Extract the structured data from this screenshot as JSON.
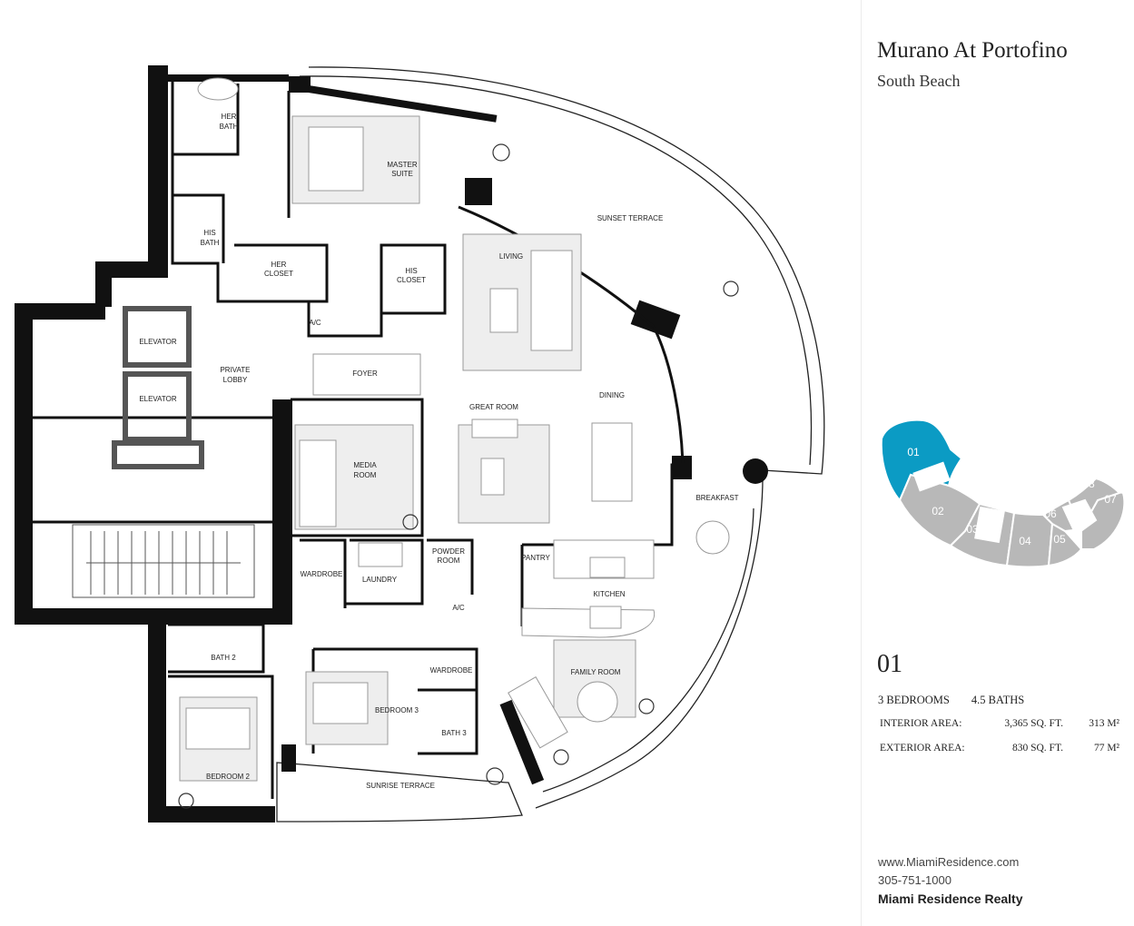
{
  "header": {
    "title": "Murano At Portofino",
    "subtitle": "South Beach"
  },
  "rooms": {
    "her_bath": [
      "HER",
      "BATH"
    ],
    "master_suite": [
      "MASTER",
      "SUITE"
    ],
    "his_bath": [
      "HIS",
      "BATH"
    ],
    "her_closet": [
      "HER",
      "CLOSET"
    ],
    "his_closet": [
      "HIS",
      "CLOSET"
    ],
    "sunset_terrace": "SUNSET TERRACE",
    "living": "LIVING",
    "elevator_1": "ELEVATOR",
    "elevator_2": "ELEVATOR",
    "private_lobby": [
      "PRIVATE",
      "LOBBY"
    ],
    "foyer": "FOYER",
    "ac_1": "A/C",
    "great_room": "GREAT ROOM",
    "dining": "DINING",
    "media_room": [
      "MEDIA",
      "ROOM"
    ],
    "breakfast": "BREAKFAST",
    "wardrobe_1": "WARDROBE",
    "laundry": "LAUNDRY",
    "powder_room": [
      "POWDER",
      "ROOM"
    ],
    "ac_2": "A/C",
    "pantry": "PANTRY",
    "kitchen": "KITCHEN",
    "bath_2": "BATH 2",
    "wardrobe_2": "WARDROBE",
    "bedroom_3": "BEDROOM 3",
    "bath_3": "BATH 3",
    "family_room": "FAMILY ROOM",
    "bedroom_2": "BEDROOM 2",
    "sunrise_terrace": "SUNRISE TERRACE"
  },
  "keyplan": {
    "units": [
      "01",
      "02",
      "03",
      "04",
      "05",
      "06",
      "07",
      "08"
    ],
    "highlight_color": "#0b9bc4",
    "unit_color": "#b8b8b8"
  },
  "unit": {
    "number": "01",
    "bedrooms": "3 BEDROOMS",
    "baths": "4.5 BATHS",
    "interior_label": "INTERIOR AREA:",
    "interior_sqft": "3,365 SQ. FT.",
    "interior_m2": "313 M²",
    "exterior_label": "EXTERIOR AREA:",
    "exterior_sqft": "830 SQ. FT.",
    "exterior_m2": "77 M²"
  },
  "contact": {
    "website": "www.MiamiResidence.com",
    "phone": "305-751-1000",
    "company": "Miami Residence Realty"
  }
}
